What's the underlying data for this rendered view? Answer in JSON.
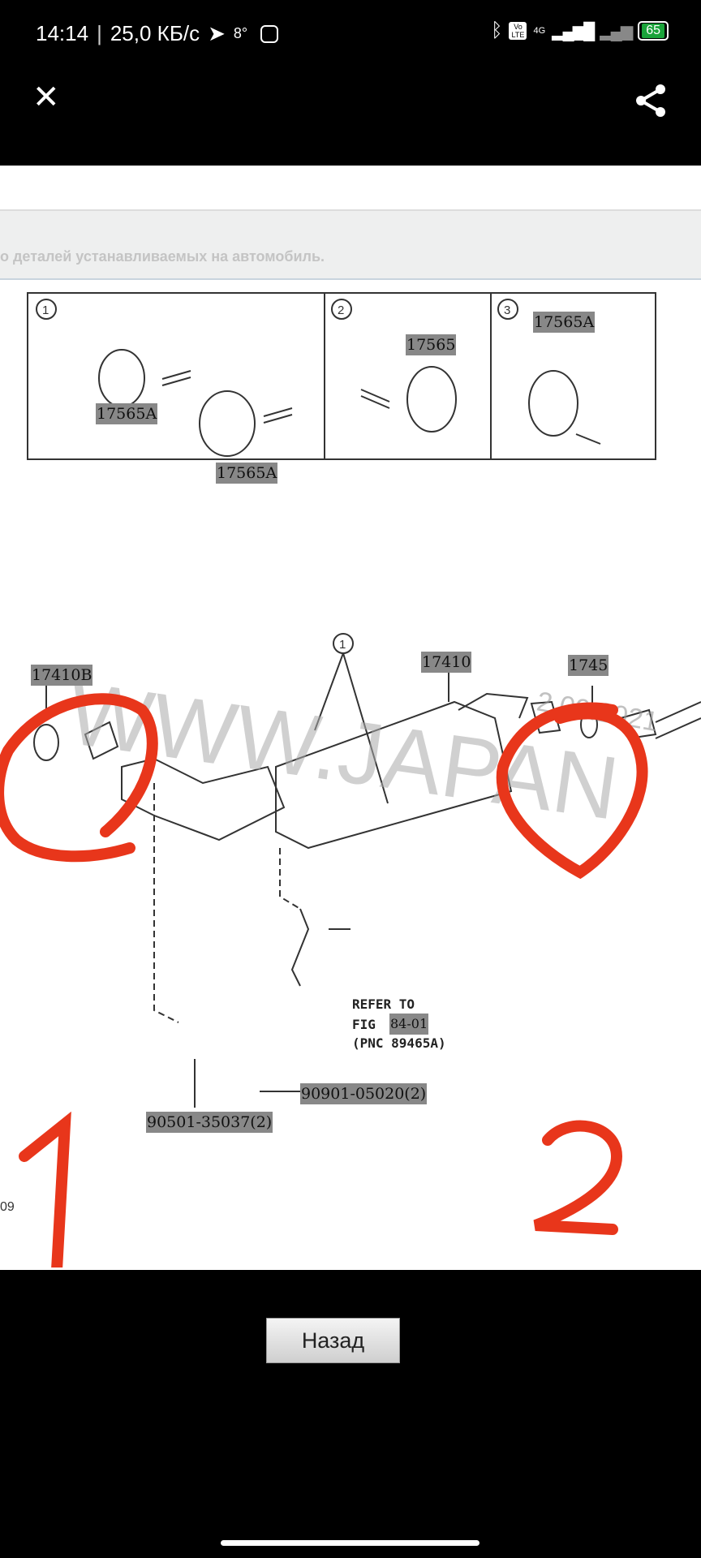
{
  "status_bar": {
    "time": "14:14",
    "speed": "25,0 КБ/с",
    "temperature": "8°",
    "network": "4G",
    "volte": "Vo LTE",
    "battery": "65",
    "icons": [
      "telegram-icon",
      "instagram-icon",
      "bluetooth-icon",
      "signal-icon",
      "battery-icon"
    ]
  },
  "toolbar": {
    "close_icon": "close-icon",
    "share_icon": "share-icon"
  },
  "banner": {
    "text": "о деталей устанавливаемых на автомобиль."
  },
  "diagram": {
    "inset": {
      "panel1_num": "1",
      "panel2_num": "2",
      "panel3_num": "3",
      "labels": [
        "17565A",
        "17565A",
        "17565",
        "17565A"
      ]
    },
    "watermark": "WWW.JAPAN",
    "watermark_date": "2 09.2021",
    "callout": "1",
    "labels": {
      "gasket_left": "17410B",
      "converter": "17410",
      "gasket_right": "1745",
      "bolt": "90901-05020(2)",
      "spring": "90501-35037(2)"
    },
    "refer": {
      "line1": "REFER TO",
      "line2_prefix": "FIG",
      "fig": "84-01",
      "line3": "(PNC 89465A)"
    },
    "footer_code": "09",
    "annotations": {
      "num1": "1",
      "num2": "2",
      "color": "#e8361b"
    }
  },
  "back_button": {
    "label": "Назад"
  }
}
